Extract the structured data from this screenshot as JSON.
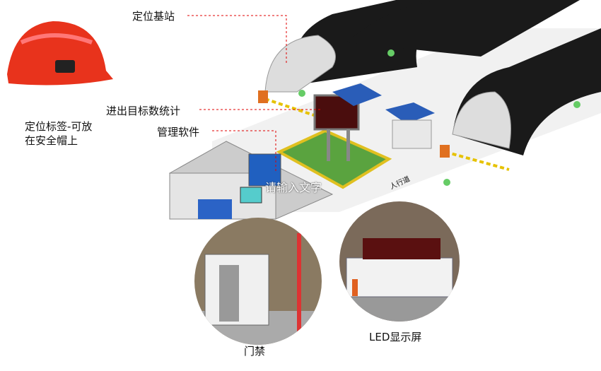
{
  "labels": {
    "base_station": "定位基站",
    "target_count": "进出目标数统计",
    "software": "管理软件",
    "tag_line1": "定位标签-可放",
    "tag_line2": "在安全帽上",
    "placeholder": "请输入文字",
    "sidewalk": "人行道",
    "gate": "门禁",
    "led": "LED显示屏"
  },
  "colors": {
    "helmet": "#e8331c",
    "arrow": "#e00000",
    "tunnel": "#1a1a1a",
    "roof": "#2a5db8",
    "grass": "#4e9a3a"
  }
}
